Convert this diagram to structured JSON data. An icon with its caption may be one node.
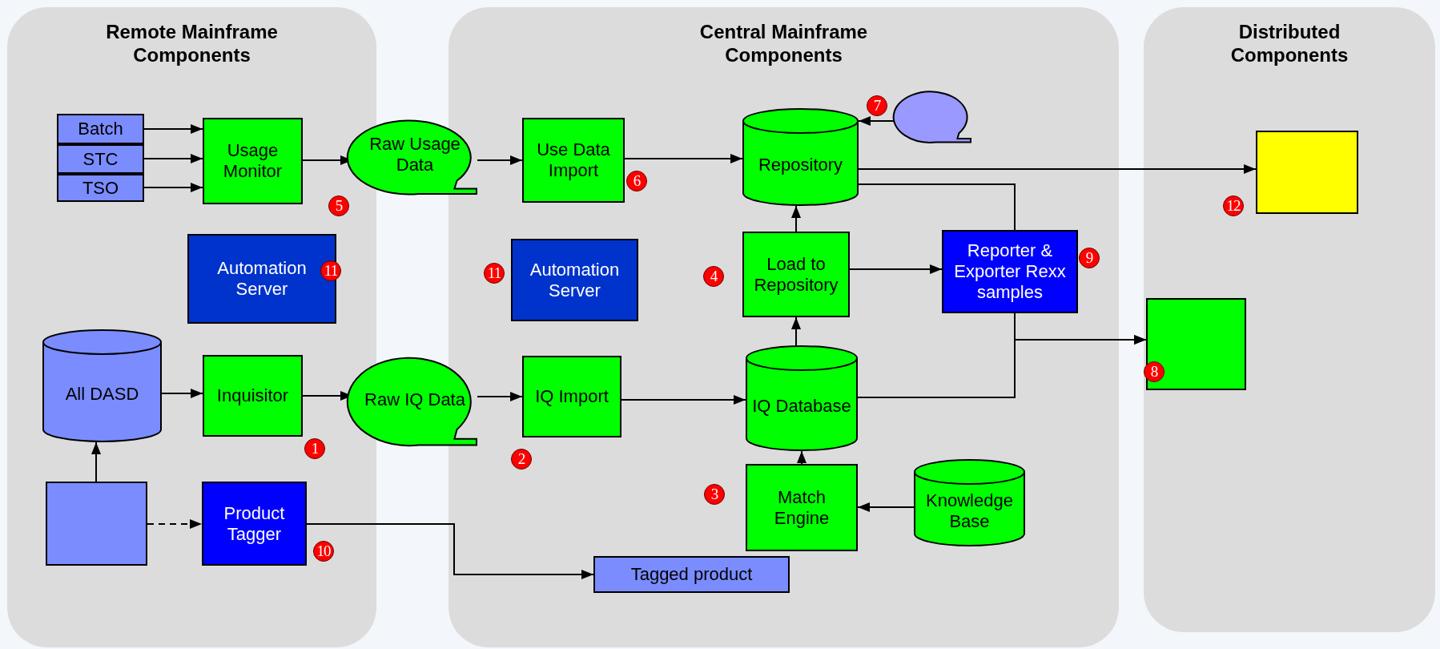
{
  "diagram": {
    "nodes": [
      {
        "text": [
          "Remote Mainframe Components"
        ]
      },
      {
        "text": [
          "Central Mainframe Components"
        ]
      },
      {
        "text": [
          "Distributed Components"
        ]
      },
      {
        "text": [
          "Batch"
        ],
        "in": 0
      },
      {
        "text": [
          "STC"
        ],
        "in": 0
      },
      {
        "text": [
          "TSO"
        ],
        "in": 0
      },
      {
        "text": [
          "Usage Monitor"
        ],
        "in": 0
      },
      {
        "text": [
          "Raw Usage Data"
        ]
      },
      {
        "text": [
          "Use Data Import"
        ],
        "in": 1
      },
      {
        "text": [
          "Repository"
        ],
        "in": 1
      },
      {
        "text": [],
        "shape": "circle",
        "in": 1
      },
      {
        "text": [],
        "shape": "box",
        "in": 2
      },
      {
        "text": [
          "Automation Server"
        ],
        "in": 0
      },
      {
        "text": [
          "Automation Server"
        ],
        "in": 1
      },
      {
        "text": [
          "Load to Repository"
        ],
        "in": 1
      },
      {
        "text": [
          "Reporter & Exporter Rexx samples"
        ],
        "in": 1
      },
      {
        "text": [],
        "shape": "box",
        "in": 2
      },
      {
        "text": [
          "All DASD"
        ],
        "in": 0
      },
      {
        "text": [
          "Inquisitor"
        ],
        "in": 0
      },
      {
        "text": [
          "Raw IQ Data"
        ]
      },
      {
        "text": [
          "IQ Import"
        ],
        "in": 1
      },
      {
        "text": [
          "IQ Database"
        ],
        "in": 1
      },
      {
        "text": [
          "Match Engine"
        ],
        "in": 1
      },
      {
        "text": [
          "Knowledge Base"
        ],
        "in": 1
      },
      {
        "text": [],
        "shape": "box",
        "in": 0
      },
      {
        "text": [
          "Product Tagger"
        ],
        "in": 0
      },
      {
        "text": [
          "Tagged product"
        ],
        "in": 1
      }
    ],
    "edges": [
      {
        "from": 3,
        "to": 6,
        "arrow": "to"
      },
      {
        "from": 4,
        "to": 6,
        "arrow": "to"
      },
      {
        "from": 5,
        "to": 6,
        "arrow": "to"
      },
      {
        "from": 6,
        "to": 7,
        "arrow": "to"
      },
      {
        "from": 7,
        "to": 8,
        "arrow": "to"
      },
      {
        "from": 8,
        "to": 9,
        "arrow": "to"
      },
      {
        "from": 10,
        "to": 9,
        "arrow": "to"
      },
      {
        "from": 9,
        "to": 11,
        "arrow": "to"
      },
      {
        "from": 14,
        "to": 9,
        "arrow": "to"
      },
      {
        "from": 21,
        "to": 14,
        "arrow": "to"
      },
      {
        "from": 14,
        "to": 15,
        "arrow": "to"
      },
      {
        "from": 9,
        "to": 15,
        "arrow": "none"
      },
      {
        "from": 15,
        "to": 16,
        "arrow": "to"
      },
      {
        "from": 21,
        "to": 16,
        "arrow": "to"
      },
      {
        "from": 17,
        "to": 18,
        "arrow": "to"
      },
      {
        "from": 18,
        "to": 19,
        "arrow": "to"
      },
      {
        "from": 19,
        "to": 20,
        "arrow": "to"
      },
      {
        "from": 20,
        "to": 21,
        "arrow": "to"
      },
      {
        "from": 22,
        "to": 21,
        "arrow": "to"
      },
      {
        "from": 23,
        "to": 22,
        "arrow": "to"
      },
      {
        "from": 24,
        "to": 17,
        "arrow": "to"
      },
      {
        "from": 24,
        "to": 25,
        "arrow": "to",
        "style": "dashed"
      },
      {
        "from": 25,
        "to": 26,
        "arrow": "to"
      }
    ],
    "labels": [
      "7",
      "6",
      "12",
      "5",
      "9",
      "11",
      "11",
      "4",
      "8",
      "1",
      "2",
      "3",
      "10"
    ]
  }
}
